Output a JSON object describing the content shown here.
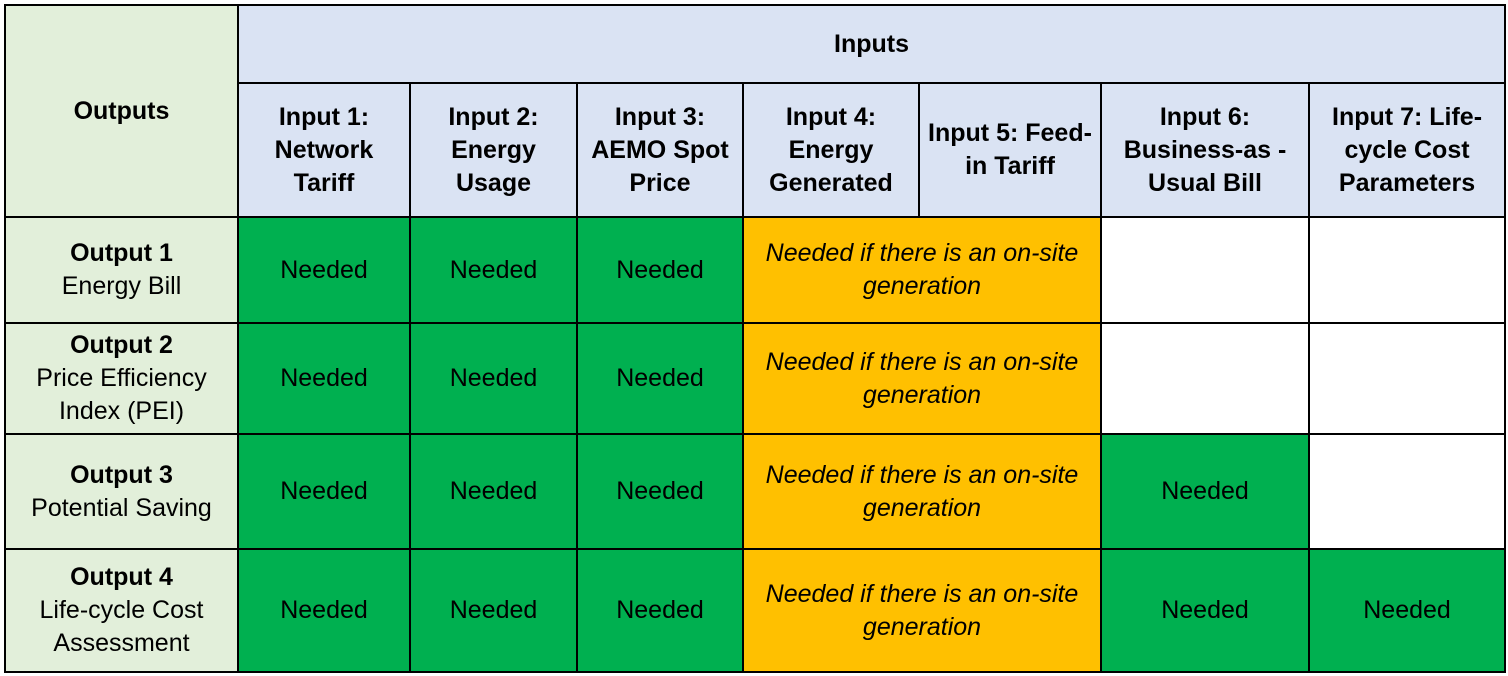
{
  "header": {
    "outputs_label": "Outputs",
    "inputs_label": "Inputs",
    "columns": [
      "Input 1: Network Tariff",
      "Input 2: Energy Usage",
      "Input 3: AEMO Spot Price",
      "Input 4: Energy Generated",
      "Input 5: Feed-in Tariff",
      "Input 6: Business-as - Usual Bill",
      "Input 7: Life-cycle Cost Parameters"
    ]
  },
  "rows": [
    {
      "title": "Output 1",
      "desc": "Energy Bill",
      "cells": [
        "Needed",
        "Needed",
        "Needed",
        "Needed if there is an on-site generation",
        "",
        ""
      ]
    },
    {
      "title": "Output 2",
      "desc": "Price Efficiency Index (PEI)",
      "cells": [
        "Needed",
        "Needed",
        "Needed",
        "Needed if there is an on-site generation",
        "",
        ""
      ]
    },
    {
      "title": "Output 3",
      "desc": "Potential Saving",
      "cells": [
        "Needed",
        "Needed",
        "Needed",
        "Needed if there is an on-site generation",
        "Needed",
        ""
      ]
    },
    {
      "title": "Output 4",
      "desc": "Life-cycle Cost Assessment",
      "cells": [
        "Needed",
        "Needed",
        "Needed",
        "Needed if there is an on-site generation",
        "Needed",
        "Needed"
      ]
    }
  ],
  "colors": {
    "header_bg": "#dae3f3",
    "outputs_bg": "#e2efda",
    "needed_green": "#00b050",
    "conditional_amber": "#ffc000",
    "conditional_text": "#ff0000"
  }
}
